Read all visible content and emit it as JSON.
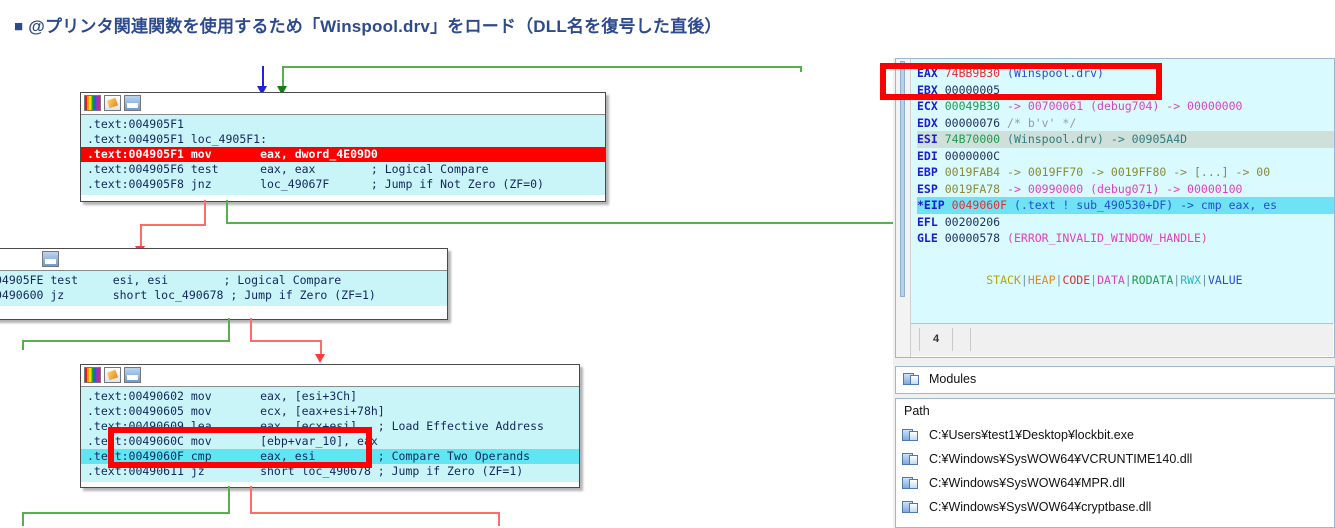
{
  "title": {
    "bullet": "■",
    "text": "@プリンタ関連関数を使用するため「Winspool.drv」をロード（DLL名を復号した直後）"
  },
  "graph": {
    "nodes": [
      {
        "id": "node1",
        "icons": [
          "palette-icon",
          "edit-icon",
          "screen-icon"
        ],
        "lines": [
          {
            "text": ".text:004905F1",
            "style": "normal"
          },
          {
            "text": ".text:004905F1 loc_4905F1:",
            "style": "normal"
          },
          {
            "text": ".text:004905F1 mov       eax, dword_4E09D0",
            "style": "hl-red"
          },
          {
            "text": ".text:004905F6 test      eax, eax        ; Logical Compare",
            "style": "normal"
          },
          {
            "text": ".text:004905F8 jnz       loc_49067F      ; Jump if Not Zero (ZF=0)",
            "style": "normal"
          }
        ]
      },
      {
        "id": "node2",
        "icons": [
          "screen-icon"
        ],
        "lines": [
          {
            "text": "04905FE test     esi, esi        ; Logical Compare",
            "style": "normal"
          },
          {
            "text": "0490600 jz       short loc_490678 ; Jump if Zero (ZF=1)",
            "style": "normal"
          }
        ]
      },
      {
        "id": "node3",
        "icons": [
          "palette-icon",
          "edit-icon",
          "screen-icon"
        ],
        "lines": [
          {
            "text": ".text:00490602 mov       eax, [esi+3Ch]",
            "style": "normal"
          },
          {
            "text": ".text:00490605 mov       ecx, [eax+esi+78h]",
            "style": "normal"
          },
          {
            "text": ".text:00490609 lea       eax, [ecx+esi]   ; Load Effective Address",
            "style": "normal"
          },
          {
            "text": ".text:0049060C mov       [ebp+var_10], eax",
            "style": "normal"
          },
          {
            "text": ".text:0049060F cmp       eax, esi         ; Compare Two Operands",
            "style": "hl-cyan"
          },
          {
            "text": ".text:00490611 jz        short loc_490678 ; Jump if Zero (ZF=1)",
            "style": "normal"
          }
        ]
      }
    ]
  },
  "debugger": {
    "registers": [
      {
        "name": "EAX",
        "value": "74BB9B30",
        "annot": "(Winspool.drv)",
        "state": "normal"
      },
      {
        "name": "EBX",
        "value": "00000005",
        "annot": "",
        "state": "normal"
      },
      {
        "name": "ECX",
        "value": "00049B30",
        "annot": "-> 00700061 (debug704) -> 00000000",
        "state": "normal"
      },
      {
        "name": "EDX",
        "value": "00000076",
        "annot": "/* b'v' */",
        "state": "normal"
      },
      {
        "name": "ESI",
        "value": "74B70000",
        "annot": "(Winspool.drv) -> 00905A4D",
        "state": "sel"
      },
      {
        "name": "EDI",
        "value": "0000000C",
        "annot": "",
        "state": "normal"
      },
      {
        "name": "EBP",
        "value": "0019FAB4",
        "annot": "-> 0019FF70 -> 0019FF80 -> [...] -> 00",
        "state": "normal"
      },
      {
        "name": "ESP",
        "value": "0019FA78",
        "annot": "-> 00990000 (debug071) -> 00000100",
        "state": "normal"
      },
      {
        "name": "*EIP",
        "value": "0049060F",
        "annot": "(.text ! sub_490530+DF) -> cmp eax, es",
        "state": "eip"
      },
      {
        "name": "EFL",
        "value": "00200206",
        "annot": "",
        "state": "normal"
      },
      {
        "name": "GLE",
        "value": "00000578",
        "annot": "(ERROR_INVALID_WINDOW_HANDLE)",
        "state": "normal"
      }
    ],
    "legend": [
      "STACK",
      "HEAP",
      "CODE",
      "DATA",
      "RODATA",
      "RWX",
      "VALUE"
    ],
    "legend_separator": "|",
    "tab_label": "4",
    "modules_panel": {
      "title": "Modules",
      "column_header": "Path",
      "rows": [
        "C:¥Users¥test1¥Desktop¥lockbit.exe",
        "C:¥Windows¥SysWOW64¥VCRUNTIME140.dll",
        "C:¥Windows¥SysWOW64¥MPR.dll",
        "C:¥Windows¥SysWOW64¥cryptbase.dll"
      ]
    }
  },
  "annotations": {
    "highlight_eax": "red-box-around-EAX-register",
    "highlight_cmp": "red-box-around-cmp-eax-esi"
  },
  "colors": {
    "title": "#2e4a8e",
    "highlight": "#ff0000",
    "code_bg": "#c9f4f8",
    "reg_bg": "#d9fbff",
    "edge_true": "#55b24a",
    "edge_false": "#ff6a6a"
  }
}
